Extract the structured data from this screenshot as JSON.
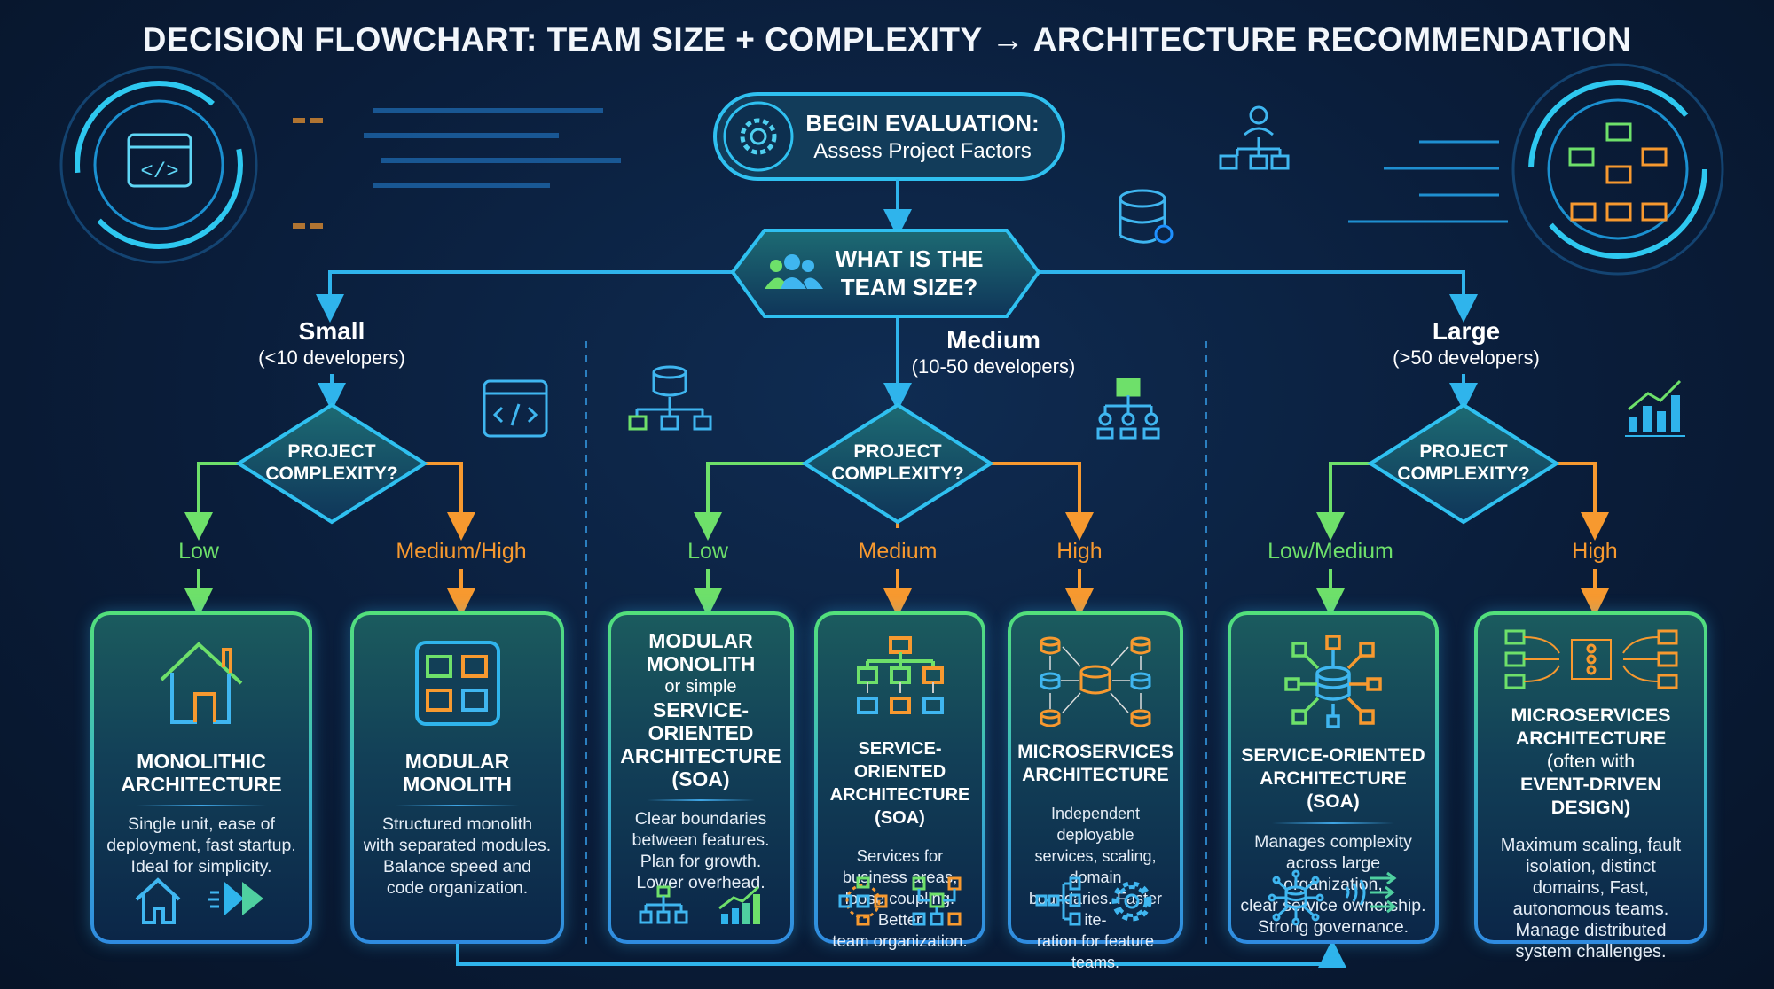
{
  "title": "DECISION FLOWCHART: TEAM SIZE + COMPLEXITY → ARCHITECTURE RECOMMENDATION",
  "start": {
    "title": "BEGIN EVALUATION:",
    "subtitle": "Assess Project Factors"
  },
  "team_question": {
    "line1": "WHAT IS THE",
    "line2": "TEAM SIZE?"
  },
  "sizes": [
    {
      "name": "Small",
      "range": "(<10 developers)"
    },
    {
      "name": "Medium",
      "range": "(10-50 developers)"
    },
    {
      "name": "Large",
      "range": "(>50 developers)"
    }
  ],
  "complexity_question": {
    "line1": "PROJECT",
    "line2": "COMPLEXITY?"
  },
  "branches": {
    "small": [
      "Low",
      "Medium/High"
    ],
    "medium": [
      "Low",
      "Medium",
      "High"
    ],
    "large": [
      "Low/Medium",
      "High"
    ]
  },
  "colors": {
    "low": "#6ee06a",
    "high": "#f7992f",
    "connector": "#2fb4ec",
    "background": "#0a1d3a"
  },
  "results": [
    {
      "title": [
        "MONOLITHIC",
        "ARCHITECTURE"
      ],
      "desc": [
        "Single unit, ease of",
        "deployment, fast startup.",
        "Ideal for simplicity."
      ],
      "icon": "house-icon",
      "footer_icons": [
        "house-icon",
        "fast-forward-icon"
      ]
    },
    {
      "title": [
        "MODULAR",
        "MONOLITH"
      ],
      "desc": [
        "Structured monolith",
        "with separated modules.",
        "Balance speed and",
        "code organization."
      ],
      "icon": "modules-icon",
      "footer_icons": []
    },
    {
      "title": [
        "MODULAR",
        "MONOLITH"
      ],
      "title_sub": "or simple",
      "title2": [
        "SERVICE-",
        "ORIENTED",
        "ARCHITECTURE",
        "(SOA)"
      ],
      "desc": [
        "Clear boundaries",
        "between features.",
        "Plan for growth.",
        "Lower overhead."
      ],
      "footer_icons": [
        "hierarchy-icon",
        "growth-chart-icon"
      ]
    },
    {
      "title": [
        "SERVICE-ORIENTED",
        "ARCHITECTURE (SOA)"
      ],
      "desc": [
        "Services for",
        "business areas,",
        "loose coupling. Better",
        "team organization."
      ],
      "icon": "org-tree-icon",
      "footer_icons": [
        "service-ring-icon",
        "service-network-icon"
      ]
    },
    {
      "title": [
        "MICROSERVICES",
        "ARCHITECTURE"
      ],
      "desc": [
        "Independent deployable",
        "services, scaling, domain",
        "boundaries. Faster ite-",
        "ration for feature teams."
      ],
      "icon": "database-mesh-icon",
      "footer_icons": [
        "branch-nodes-icon",
        "gear-icon"
      ]
    },
    {
      "title": [
        "SERVICE-ORIENTED",
        "ARCHITECTURE (SOA)"
      ],
      "desc": [
        "Manages complexity",
        "across large organization,",
        "clear service ownership.",
        "Strong governance."
      ],
      "icon": "database-hub-icon",
      "footer_icons": [
        "database-hub-icon",
        "event-stream-icon"
      ]
    },
    {
      "title": [
        "MICROSERVICES",
        "ARCHITECTURE"
      ],
      "title_sub": "(often with",
      "title2": [
        "EVENT-DRIVEN DESIGN)"
      ],
      "desc": [
        "Maximum scaling, fault",
        "isolation, distinct",
        "domains, Fast,",
        "autonomous teams.",
        "Manage distributed",
        "system challenges."
      ],
      "icon": "event-bus-icon",
      "footer_icons": []
    }
  ]
}
